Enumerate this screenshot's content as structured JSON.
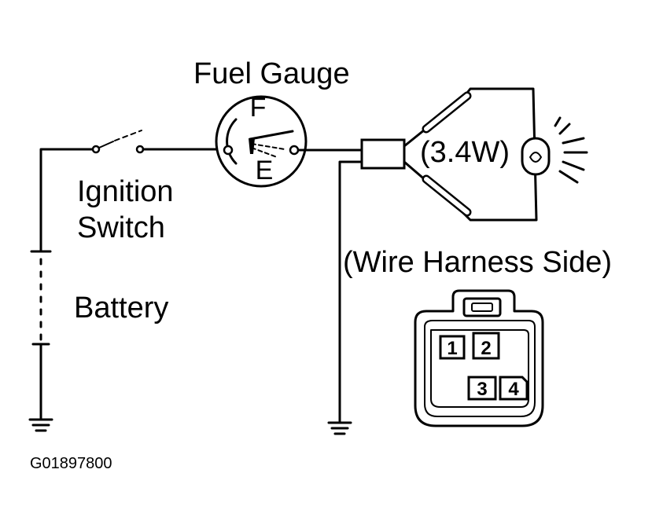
{
  "labels": {
    "fuel_gauge": "Fuel Gauge",
    "gauge_full": "F",
    "gauge_empty": "E",
    "ignition_line1": "Ignition",
    "ignition_line2": "Switch",
    "battery": "Battery",
    "bulb_rating": "(3.4W)",
    "harness_side": "(Wire Harness Side)",
    "figure_id": "G01897800"
  },
  "connector_pins": [
    "1",
    "2",
    "3",
    "4"
  ]
}
